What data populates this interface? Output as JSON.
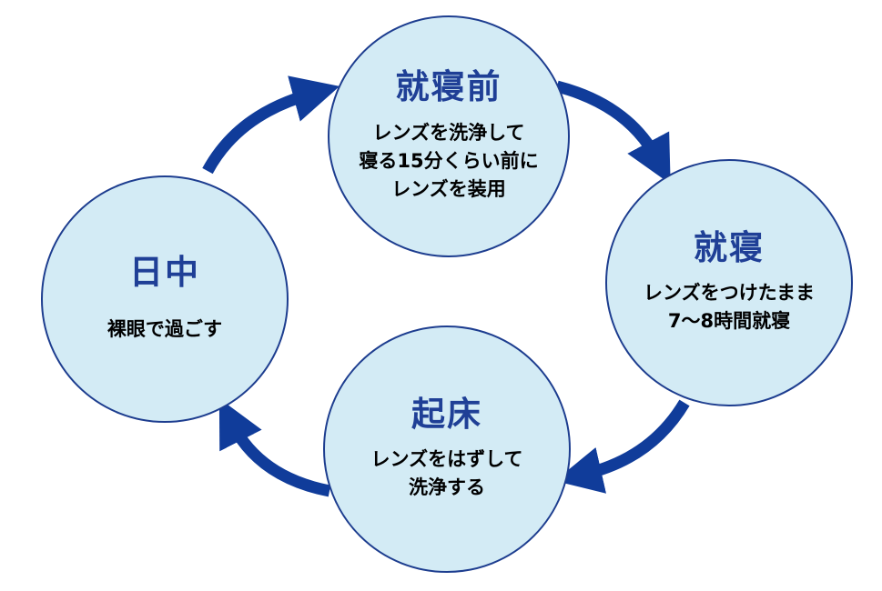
{
  "colors": {
    "circle_fill": "#d3ebf5",
    "circle_border": "#1d3d8f",
    "title_text": "#1f3f96",
    "arrow": "#103c9a"
  },
  "cycle": {
    "bedtime": {
      "title": "就寝前",
      "description": "レンズを洗浄して\n寝る15分くらい前に\nレンズを装用"
    },
    "sleep": {
      "title": "就寝",
      "description": "レンズをつけたまま\n7〜8時間就寝"
    },
    "wake": {
      "title": "起床",
      "description": "レンズをはずして\n洗浄する"
    },
    "day": {
      "title": "日中",
      "description": "裸眼で過ごす"
    }
  }
}
